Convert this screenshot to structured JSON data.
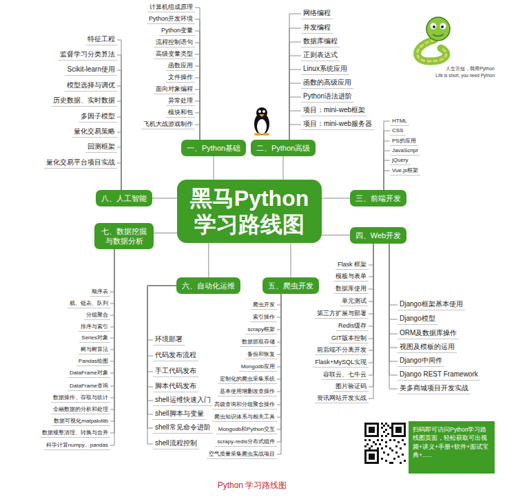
{
  "diagram": {
    "caption": "Python 学习路线图",
    "nodes": [
      {
        "text": [
          "黑马Python 学习路线图"
        ]
      },
      {
        "text": [
          "一、Python基础"
        ]
      },
      {
        "text": [
          "计算机组成原理"
        ]
      },
      {
        "text": [
          "Python开发环境"
        ]
      },
      {
        "text": [
          "Python变量"
        ]
      },
      {
        "text": [
          "流程控制语句"
        ]
      },
      {
        "text": [
          "高级变量类型"
        ]
      },
      {
        "text": [
          "函数应用"
        ]
      },
      {
        "text": [
          "文件操作"
        ]
      },
      {
        "text": [
          "面向对象编程"
        ]
      },
      {
        "text": [
          "异常处理"
        ]
      },
      {
        "text": [
          "模块和包"
        ]
      },
      {
        "text": [
          "飞机大战游戏制作"
        ]
      },
      {
        "text": [
          "二、Python高级"
        ]
      },
      {
        "text": [
          "网络编程"
        ]
      },
      {
        "text": [
          "并发编程"
        ]
      },
      {
        "text": [
          "数据库编程"
        ]
      },
      {
        "text": [
          "正则表达式"
        ]
      },
      {
        "text": [
          "Linux系统应用"
        ]
      },
      {
        "text": [
          "函数的高级应用"
        ]
      },
      {
        "text": [
          "Python语法进阶"
        ]
      },
      {
        "text": [
          "项目：mini-web框架"
        ]
      },
      {
        "text": [
          "项目：mini-web服务器"
        ]
      },
      {
        "text": [
          "三、前端开发"
        ]
      },
      {
        "text": [
          "HTML"
        ]
      },
      {
        "text": [
          "CSS"
        ]
      },
      {
        "text": [
          "PS的应用"
        ]
      },
      {
        "text": [
          "JavaScript"
        ]
      },
      {
        "text": [
          "jQuery"
        ]
      },
      {
        "text": [
          "Vue.js框架"
        ]
      },
      {
        "text": [
          "四、Web开发"
        ]
      },
      {
        "text": [
          "Flask 框架"
        ]
      },
      {
        "text": [
          "模板与表单"
        ]
      },
      {
        "text": [
          "数据库使用"
        ]
      },
      {
        "text": [
          "单元测试"
        ]
      },
      {
        "text": [
          "第三方扩展与部署"
        ]
      },
      {
        "text": [
          "Redis缓存"
        ]
      },
      {
        "text": [
          "GIT版本控制"
        ]
      },
      {
        "text": [
          "前后端不分离开发"
        ]
      },
      {
        "text": [
          "Flask+MySQL实现"
        ]
      },
      {
        "text": [
          "容联云、七牛云"
        ]
      },
      {
        "text": [
          "图片验证码"
        ]
      },
      {
        "text": [
          "资讯网站开发实战"
        ]
      },
      {
        "text": [
          "Django框架基本使用"
        ]
      },
      {
        "text": [
          "Django模型"
        ]
      },
      {
        "text": [
          "ORM及数据库操作"
        ]
      },
      {
        "text": [
          "视图及模板的运用"
        ]
      },
      {
        "text": [
          "Django中间件"
        ]
      },
      {
        "text": [
          "Django REST Framework"
        ]
      },
      {
        "text": [
          "美多商城项目开发实战"
        ]
      },
      {
        "text": [
          "五、爬虫开发"
        ]
      },
      {
        "text": [
          "爬虫开发"
        ]
      },
      {
        "text": [
          "索引操作"
        ]
      },
      {
        "text": [
          "scrapy框架"
        ]
      },
      {
        "text": [
          "数据抓取存储"
        ]
      },
      {
        "text": [
          "备份和恢复"
        ]
      },
      {
        "text": [
          "Mongodb应用"
        ]
      },
      {
        "text": [
          "定制化的爬虫采集系统"
        ]
      },
      {
        "text": [
          "基本使用增删改查操作"
        ]
      },
      {
        "text": [
          "高级查询和分组聚合操作"
        ]
      },
      {
        "text": [
          "爬虫知识体系与相关工具"
        ]
      },
      {
        "text": [
          "Mongodb和Python交互"
        ]
      },
      {
        "text": [
          "scrapy-redis分布式组件"
        ]
      },
      {
        "text": [
          "空气质量采集爬虫实战项目"
        ]
      },
      {
        "text": [
          "六、自动化运维"
        ]
      },
      {
        "text": [
          "环境部署"
        ]
      },
      {
        "text": [
          "代码发布流程"
        ]
      },
      {
        "text": [
          "手工代码发布"
        ]
      },
      {
        "text": [
          "脚本代码发布"
        ]
      },
      {
        "text": [
          "shell运维快速入门"
        ]
      },
      {
        "text": [
          "shell脚本与变量"
        ]
      },
      {
        "text": [
          "shell常见命令进阶"
        ]
      },
      {
        "text": [
          "shell流程控制"
        ]
      },
      {
        "text": [
          "七、数据挖掘与数据分析"
        ]
      },
      {
        "text": [
          "顺序表"
        ]
      },
      {
        "text": [
          "栈、链表、队列"
        ]
      },
      {
        "text": [
          "分组聚合"
        ]
      },
      {
        "text": [
          "排序与索引"
        ]
      },
      {
        "text": [
          "Series对象"
        ]
      },
      {
        "text": [
          "树与树算法"
        ]
      },
      {
        "text": [
          "Pandas绘图"
        ]
      },
      {
        "text": [
          "DataFrame对象"
        ]
      },
      {
        "text": [
          "DataFrame查询"
        ]
      },
      {
        "text": [
          "数据操作、存取与统计"
        ]
      },
      {
        "text": [
          "金融数据的分析和处理"
        ]
      },
      {
        "text": [
          "数据可视化matpalotlib"
        ]
      },
      {
        "text": [
          "数据规整清理、转换与合并"
        ]
      },
      {
        "text": [
          "科学计算numpy、pandas"
        ]
      },
      {
        "text": [
          "八、人工智能"
        ]
      },
      {
        "text": [
          "特征工程"
        ]
      },
      {
        "text": [
          "监督学习分类算法"
        ]
      },
      {
        "text": [
          "Scikit-learn使用"
        ]
      },
      {
        "text": [
          "模型选择与调优"
        ]
      },
      {
        "text": [
          "历史数据、实时数据"
        ]
      },
      {
        "text": [
          "多因子模型"
        ]
      },
      {
        "text": [
          "量化交易策略"
        ]
      },
      {
        "text": [
          "回测框架"
        ]
      },
      {
        "text": [
          "量化交易平台项目实战"
        ]
      },
      {
        "text": [
          "扫码即可访问Python学习路线图页面，轻松获取可出视频+讲义+手册+软件+面试宝典+......"
        ]
      }
    ],
    "edges": [
      {
        "from": 0,
        "to": 1,
        "arrow": "none"
      },
      {
        "from": 0,
        "to": 13,
        "arrow": "none"
      },
      {
        "from": 0,
        "to": 23,
        "arrow": "none"
      },
      {
        "from": 0,
        "to": 30,
        "arrow": "none"
      },
      {
        "from": 0,
        "to": 50,
        "arrow": "none"
      },
      {
        "from": 0,
        "to": 64,
        "arrow": "none"
      },
      {
        "from": 0,
        "to": 73,
        "arrow": "none"
      },
      {
        "from": 0,
        "to": 88,
        "arrow": "none"
      },
      {
        "from": 1,
        "to": 2,
        "arrow": "none"
      },
      {
        "from": 1,
        "to": 3,
        "arrow": "none"
      },
      {
        "from": 1,
        "to": 4,
        "arrow": "none"
      },
      {
        "from": 1,
        "to": 5,
        "arrow": "none"
      },
      {
        "from": 1,
        "to": 6,
        "arrow": "none"
      },
      {
        "from": 1,
        "to": 7,
        "arrow": "none"
      },
      {
        "from": 1,
        "to": 8,
        "arrow": "none"
      },
      {
        "from": 1,
        "to": 9,
        "arrow": "none"
      },
      {
        "from": 1,
        "to": 10,
        "arrow": "none"
      },
      {
        "from": 1,
        "to": 11,
        "arrow": "none"
      },
      {
        "from": 1,
        "to": 12,
        "arrow": "none"
      },
      {
        "from": 13,
        "to": 14,
        "arrow": "none"
      },
      {
        "from": 13,
        "to": 15,
        "arrow": "none"
      },
      {
        "from": 13,
        "to": 16,
        "arrow": "none"
      },
      {
        "from": 13,
        "to": 17,
        "arrow": "none"
      },
      {
        "from": 13,
        "to": 18,
        "arrow": "none"
      },
      {
        "from": 13,
        "to": 19,
        "arrow": "none"
      },
      {
        "from": 13,
        "to": 20,
        "arrow": "none"
      },
      {
        "from": 13,
        "to": 21,
        "arrow": "none"
      },
      {
        "from": 13,
        "to": 22,
        "arrow": "none"
      },
      {
        "from": 23,
        "to": 24,
        "arrow": "none"
      },
      {
        "from": 23,
        "to": 25,
        "arrow": "none"
      },
      {
        "from": 23,
        "to": 26,
        "arrow": "none"
      },
      {
        "from": 23,
        "to": 27,
        "arrow": "none"
      },
      {
        "from": 23,
        "to": 28,
        "arrow": "none"
      },
      {
        "from": 23,
        "to": 29,
        "arrow": "none"
      },
      {
        "from": 30,
        "to": 31,
        "arrow": "none"
      },
      {
        "from": 30,
        "to": 32,
        "arrow": "none"
      },
      {
        "from": 30,
        "to": 33,
        "arrow": "none"
      },
      {
        "from": 30,
        "to": 34,
        "arrow": "none"
      },
      {
        "from": 30,
        "to": 35,
        "arrow": "none"
      },
      {
        "from": 30,
        "to": 36,
        "arrow": "none"
      },
      {
        "from": 30,
        "to": 37,
        "arrow": "none"
      },
      {
        "from": 30,
        "to": 38,
        "arrow": "none"
      },
      {
        "from": 30,
        "to": 39,
        "arrow": "none"
      },
      {
        "from": 30,
        "to": 40,
        "arrow": "none"
      },
      {
        "from": 30,
        "to": 41,
        "arrow": "none"
      },
      {
        "from": 30,
        "to": 42,
        "arrow": "none"
      },
      {
        "from": 30,
        "to": 43,
        "arrow": "none"
      },
      {
        "from": 30,
        "to": 44,
        "arrow": "none"
      },
      {
        "from": 30,
        "to": 45,
        "arrow": "none"
      },
      {
        "from": 30,
        "to": 46,
        "arrow": "none"
      },
      {
        "from": 30,
        "to": 47,
        "arrow": "none"
      },
      {
        "from": 30,
        "to": 48,
        "arrow": "none"
      },
      {
        "from": 30,
        "to": 49,
        "arrow": "none"
      },
      {
        "from": 50,
        "to": 51,
        "arrow": "none"
      },
      {
        "from": 50,
        "to": 52,
        "arrow": "none"
      },
      {
        "from": 50,
        "to": 53,
        "arrow": "none"
      },
      {
        "from": 50,
        "to": 54,
        "arrow": "none"
      },
      {
        "from": 50,
        "to": 55,
        "arrow": "none"
      },
      {
        "from": 50,
        "to": 56,
        "arrow": "none"
      },
      {
        "from": 50,
        "to": 57,
        "arrow": "none"
      },
      {
        "from": 50,
        "to": 58,
        "arrow": "none"
      },
      {
        "from": 50,
        "to": 59,
        "arrow": "none"
      },
      {
        "from": 50,
        "to": 60,
        "arrow": "none"
      },
      {
        "from": 50,
        "to": 61,
        "arrow": "none"
      },
      {
        "from": 50,
        "to": 62,
        "arrow": "none"
      },
      {
        "from": 50,
        "to": 63,
        "arrow": "none"
      },
      {
        "from": 64,
        "to": 65,
        "arrow": "none"
      },
      {
        "from": 64,
        "to": 66,
        "arrow": "none"
      },
      {
        "from": 64,
        "to": 67,
        "arrow": "none"
      },
      {
        "from": 64,
        "to": 68,
        "arrow": "none"
      },
      {
        "from": 64,
        "to": 69,
        "arrow": "none"
      },
      {
        "from": 64,
        "to": 70,
        "arrow": "none"
      },
      {
        "from": 64,
        "to": 71,
        "arrow": "none"
      },
      {
        "from": 64,
        "to": 72,
        "arrow": "none"
      },
      {
        "from": 73,
        "to": 74,
        "arrow": "none"
      },
      {
        "from": 73,
        "to": 75,
        "arrow": "none"
      },
      {
        "from": 73,
        "to": 76,
        "arrow": "none"
      },
      {
        "from": 73,
        "to": 77,
        "arrow": "none"
      },
      {
        "from": 73,
        "to": 78,
        "arrow": "none"
      },
      {
        "from": 73,
        "to": 79,
        "arrow": "none"
      },
      {
        "from": 73,
        "to": 80,
        "arrow": "none"
      },
      {
        "from": 73,
        "to": 81,
        "arrow": "none"
      },
      {
        "from": 73,
        "to": 82,
        "arrow": "none"
      },
      {
        "from": 73,
        "to": 83,
        "arrow": "none"
      },
      {
        "from": 73,
        "to": 84,
        "arrow": "none"
      },
      {
        "from": 73,
        "to": 85,
        "arrow": "none"
      },
      {
        "from": 73,
        "to": 86,
        "arrow": "none"
      },
      {
        "from": 73,
        "to": 87,
        "arrow": "none"
      },
      {
        "from": 88,
        "to": 89,
        "arrow": "none"
      },
      {
        "from": 88,
        "to": 90,
        "arrow": "none"
      },
      {
        "from": 88,
        "to": 91,
        "arrow": "none"
      },
      {
        "from": 88,
        "to": 92,
        "arrow": "none"
      },
      {
        "from": 88,
        "to": 93,
        "arrow": "none"
      },
      {
        "from": 88,
        "to": 94,
        "arrow": "none"
      },
      {
        "from": 88,
        "to": 95,
        "arrow": "none"
      },
      {
        "from": 88,
        "to": 96,
        "arrow": "none"
      },
      {
        "from": 88,
        "to": 97,
        "arrow": "none"
      }
    ],
    "labels": [
      "人生苦短，我用Python",
      "Life is short, you need Python"
    ]
  }
}
